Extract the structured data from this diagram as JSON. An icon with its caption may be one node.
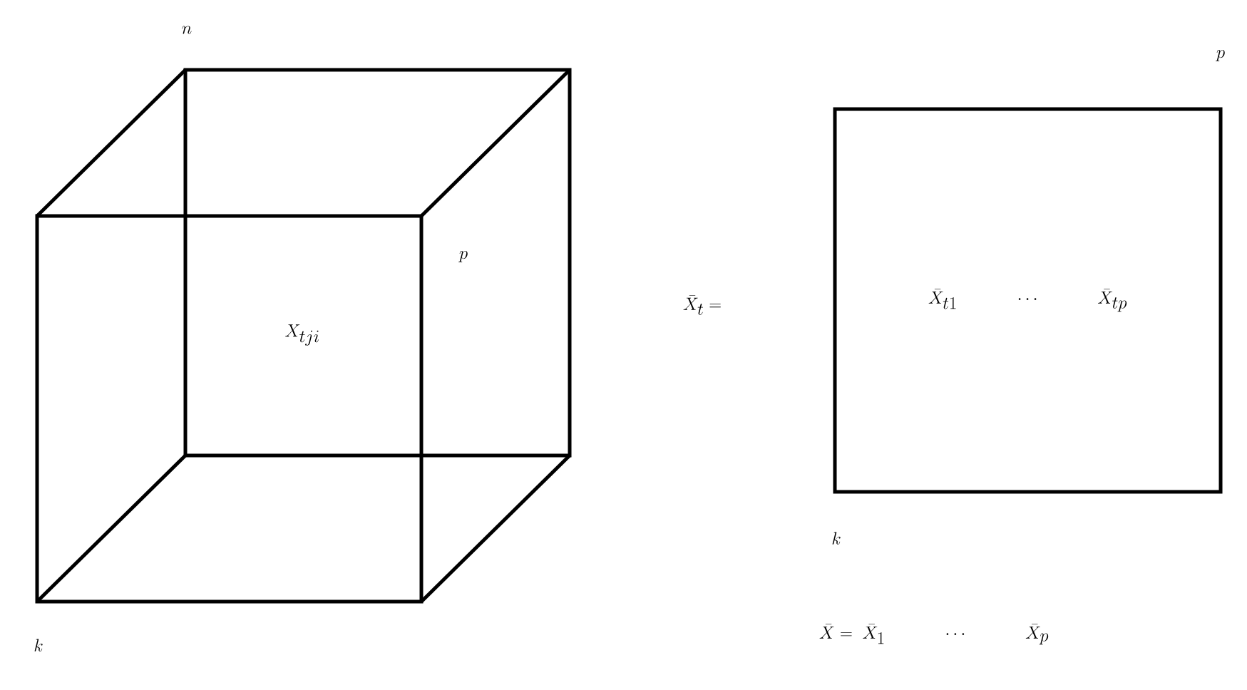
{
  "diagram": {
    "nodes": [
      {
        "text": [
          "X_{tji}"
        ]
      },
      {
        "text": [
          "\\bar{X}_{t1} \\quad \\cdots \\quad \\bar{X}_{tp}"
        ]
      }
    ],
    "labels": [
      "n",
      "p",
      "k",
      "p",
      "\\bar{X}_t =",
      "k",
      "\\bar{X} = \\; \\bar{X}_1 \\quad \\cdots \\quad \\bar{X}_p"
    ]
  }
}
